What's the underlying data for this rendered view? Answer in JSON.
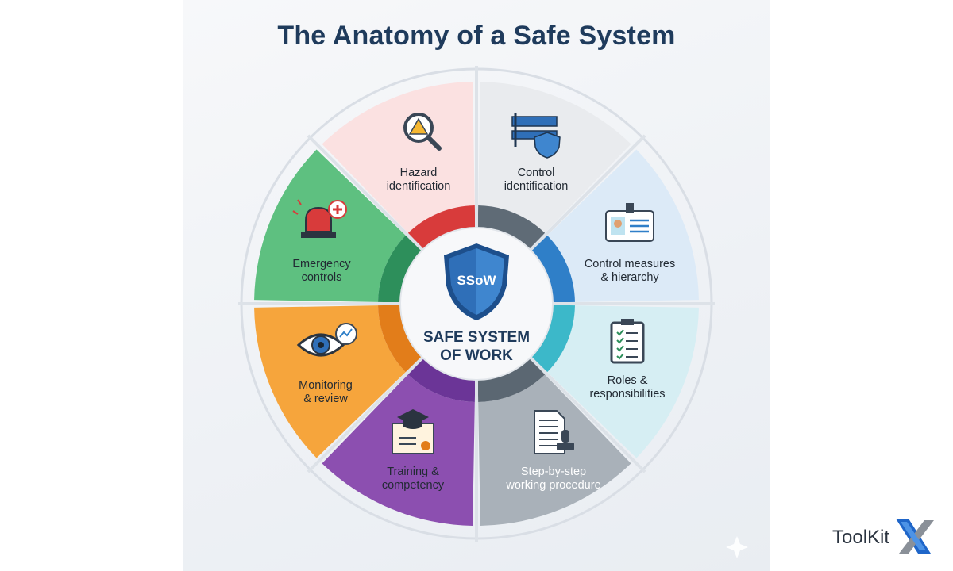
{
  "title": "The Anatomy of a Safe System",
  "center": {
    "badge": "SSoW",
    "line1": "SAFE SYSTEM",
    "line2": "OF WORK"
  },
  "segments": [
    {
      "name": "hazard-identification",
      "lines": [
        "Hazard",
        "identification"
      ],
      "icon": "magnifier-warning-icon",
      "fill": "#e9ebee",
      "arc": "#5f6b76",
      "light": false
    },
    {
      "name": "control-identification",
      "lines": [
        "Control",
        "identification"
      ],
      "icon": "barrier-shield-icon",
      "fill": "#dceaf7",
      "arc": "#2f7fc8",
      "light": false
    },
    {
      "name": "control-measures",
      "lines": [
        "Control measures",
        "& hierarchy"
      ],
      "icon": "id-badge-icon",
      "fill": "#d6eef3",
      "arc": "#3cb8c9",
      "light": false
    },
    {
      "name": "roles-responsibilities",
      "lines": [
        "Roles &",
        "responsibilities"
      ],
      "icon": "clipboard-checklist-icon",
      "fill": "#a9b1b9",
      "arc": "#5b6772",
      "light": false
    },
    {
      "name": "step-by-step-procedure",
      "lines": [
        "Step-by-step",
        "working procedure"
      ],
      "icon": "document-stamp-icon",
      "fill": "#8c4fb0",
      "arc": "#6b3597",
      "light": true
    },
    {
      "name": "training-competency",
      "lines": [
        "Training &",
        "competency"
      ],
      "icon": "graduation-certificate-icon",
      "fill": "#f6a53c",
      "arc": "#e27d1a",
      "light": false
    },
    {
      "name": "monitoring-review",
      "lines": [
        "Monitoring",
        "& review"
      ],
      "icon": "eye-chart-icon",
      "fill": "#5ec080",
      "arc": "#2d8f5b",
      "light": false
    },
    {
      "name": "emergency-controls",
      "lines": [
        "Emergency",
        "controls"
      ],
      "icon": "alarm-siren-icon",
      "fill": "#fbe1e1",
      "arc": "#d83b3b",
      "light": false
    }
  ],
  "logo": {
    "text": "ToolKit",
    "mark": "X"
  }
}
